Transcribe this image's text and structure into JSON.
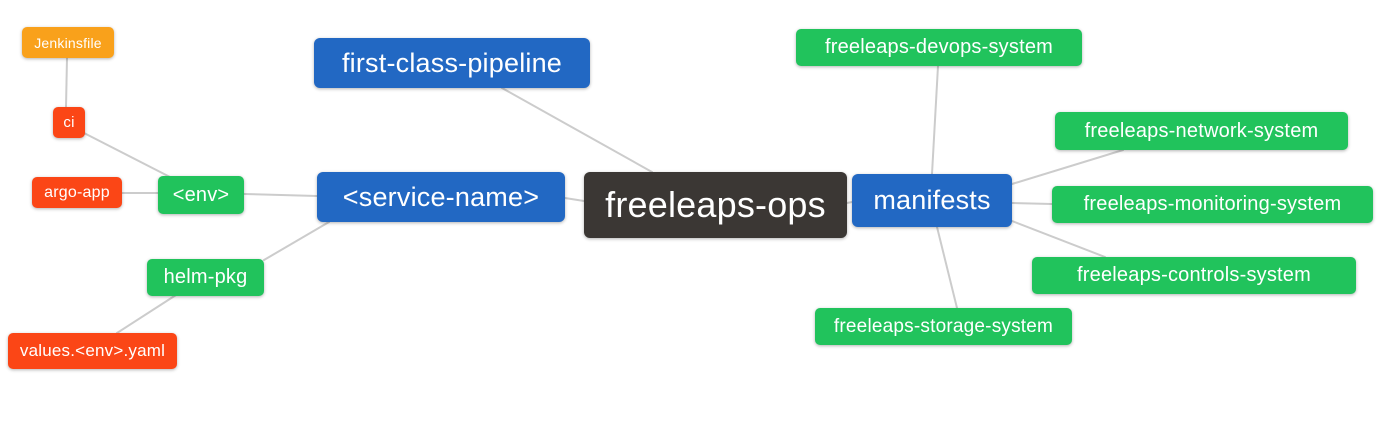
{
  "diagram": {
    "type": "mindmap",
    "center_node": "freeleaps-ops",
    "palette": {
      "blue": "#2268c3",
      "green": "#21c35c",
      "orange": "#f9a11b",
      "red": "#fb4616",
      "dark": "#3b3734",
      "edge": "#cccccc",
      "text": "#ffffff",
      "background": "#ffffff"
    },
    "nodes": [
      {
        "id": "jenkinsfile",
        "label": "Jenkinsfile",
        "color": "orange"
      },
      {
        "id": "ci",
        "label": "ci",
        "color": "red"
      },
      {
        "id": "argo-app",
        "label": "argo-app",
        "color": "red"
      },
      {
        "id": "env",
        "label": "<env>",
        "color": "green"
      },
      {
        "id": "helm-pkg",
        "label": "helm-pkg",
        "color": "green"
      },
      {
        "id": "values-env-yaml",
        "label": "values.<env>.yaml",
        "color": "red"
      },
      {
        "id": "first-class-pipeline",
        "label": "first-class-pipeline",
        "color": "blue"
      },
      {
        "id": "service-name",
        "label": "<service-name>",
        "color": "blue"
      },
      {
        "id": "freeleaps-ops",
        "label": "freeleaps-ops",
        "color": "dark"
      },
      {
        "id": "manifests",
        "label": "manifests",
        "color": "blue"
      },
      {
        "id": "devops-system",
        "label": "freeleaps-devops-system",
        "color": "green"
      },
      {
        "id": "network-system",
        "label": "freeleaps-network-system",
        "color": "green"
      },
      {
        "id": "monitoring-system",
        "label": "freeleaps-monitoring-system",
        "color": "green"
      },
      {
        "id": "controls-system",
        "label": "freeleaps-controls-system",
        "color": "green"
      },
      {
        "id": "storage-system",
        "label": "freeleaps-storage-system",
        "color": "green"
      }
    ],
    "edges": [
      {
        "from": "jenkinsfile",
        "to": "ci"
      },
      {
        "from": "ci",
        "to": "env"
      },
      {
        "from": "argo-app",
        "to": "env"
      },
      {
        "from": "env",
        "to": "service-name"
      },
      {
        "from": "service-name",
        "to": "helm-pkg"
      },
      {
        "from": "helm-pkg",
        "to": "values-env-yaml"
      },
      {
        "from": "first-class-pipeline",
        "to": "freeleaps-ops"
      },
      {
        "from": "service-name",
        "to": "freeleaps-ops"
      },
      {
        "from": "freeleaps-ops",
        "to": "manifests"
      },
      {
        "from": "manifests",
        "to": "devops-system"
      },
      {
        "from": "manifests",
        "to": "network-system"
      },
      {
        "from": "manifests",
        "to": "monitoring-system"
      },
      {
        "from": "manifests",
        "to": "controls-system"
      },
      {
        "from": "manifests",
        "to": "storage-system"
      }
    ]
  }
}
